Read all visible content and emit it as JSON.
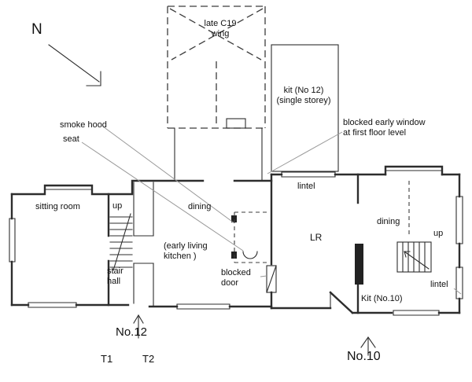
{
  "meta": {
    "type": "architectural floor plan of two adjoining houses"
  },
  "colors": {
    "background": "#ffffff",
    "line": "#2d2d2d",
    "leader": "#999999",
    "text": "#111111"
  },
  "labels": {
    "north": "N",
    "late_wing": {
      "line1": "late C19",
      "line2": "wing"
    },
    "kit_no12": {
      "line1": "kit (No 12)",
      "line2": "(single storey)"
    },
    "blocked_window": {
      "line1": "blocked early window",
      "line2": "at first floor level"
    },
    "smoke_hood": "smoke hood",
    "seat": "seat",
    "sitting_room": "sitting room",
    "up_left": "up",
    "dining_left": "dining",
    "stair_hall": {
      "line1": "stair",
      "line2": "hall"
    },
    "early_kitchen": {
      "line1": "(early living",
      "line2": "kitchen )"
    },
    "blocked_door": {
      "line1": "blocked",
      "line2": "door"
    },
    "lr": "LR",
    "lintel_top": "lintel",
    "dining_right": "dining",
    "up_right": "up",
    "lintel_right": "lintel",
    "kit_no10": "Kit (No.10)",
    "no12": "No.12",
    "t1": "T1",
    "t2": "T2",
    "no10": "No.10"
  }
}
